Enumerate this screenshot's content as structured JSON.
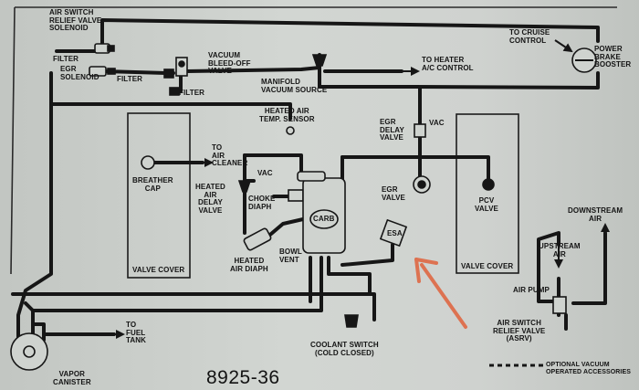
{
  "labels": {
    "air_switch_relief_valve_solenoid": "AIR SWITCH\nRELIEF VALVE\nSOLENOID",
    "filter_top": "FILTER",
    "egr_solenoid": "EGR\nSOLENOID",
    "filter_mid": "FILTER",
    "vacuum_bleed_off_valve": "VACUUM\nBLEED-OFF\nVALVE",
    "filter_low": "FILTER",
    "manifold_vacuum_source": "MANIFOLD\nVACUUM SOURCE",
    "to_heater_ac_control": "TO HEATER\nA/C CONTROL",
    "to_cruise_control": "TO CRUISE\nCONTROL",
    "power_brake_booster": "POWER\nBRAKE\nBOOSTER",
    "heated_air_temp_sensor": "HEATED AIR\nTEMP. SENSOR",
    "egr_delay_valve": "EGR\nDELAY\nVALVE",
    "vac_top": "VAC",
    "to_air_cleaner": "TO\nAIR\nCLEANER",
    "breather_cap": "BREATHER\nCAP",
    "heated_air_delay_valve": "HEATED\nAIR\nDELAY\nVALVE",
    "vac_mid": "VAC",
    "choke_diaph": "CHOKE\nDIAPH",
    "carb": "CARB",
    "egr_valve": "EGR\nVALVE",
    "pcv_valve": "PCV\nVALVE",
    "esa": "ESA",
    "downstream_air": "DOWNSTREAM\nAIR",
    "upstream_air": "UPSTREAM\nAIR",
    "valve_cover_left": "VALVE COVER",
    "valve_cover_right": "VALVE COVER",
    "heated_air_diaph": "HEATED\nAIR DIAPH",
    "bowl_vent": "BOWL\nVENT",
    "air_pump": "AIR PUMP",
    "air_switch_relief_valve_asrv": "AIR SWITCH\nRELIEF VALVE\n(ASRV)",
    "to_fuel_tank": "TO\nFUEL\nTANK",
    "coolant_switch": "COOLANT SWITCH\n(COLD CLOSED)",
    "vapor_canister": "VAPOR\nCANISTER",
    "optional_vacuum": "OPTIONAL VACUUM\nOPERATED ACCESSORIES",
    "figure_number": "8925-36"
  },
  "colors": {
    "line": "#161616",
    "annotation_arrow": "#e0623c"
  }
}
